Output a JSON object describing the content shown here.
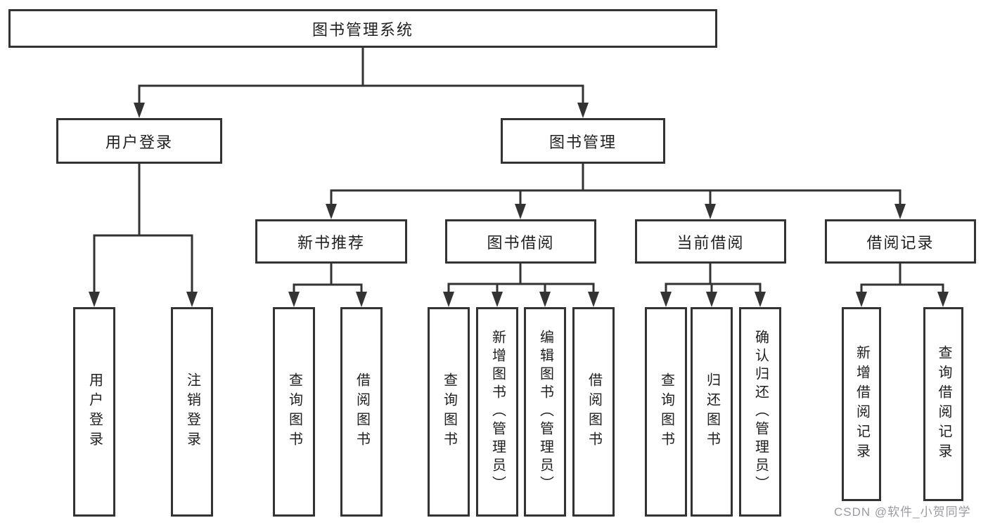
{
  "diagram": {
    "type": "hierarchy-tree",
    "title": "图书管理系统"
  },
  "tree": {
    "label": "图书管理系统",
    "children": [
      {
        "label": "用户登录",
        "children": [
          {
            "label": "用户登录"
          },
          {
            "label": "注销登录"
          }
        ]
      },
      {
        "label": "图书管理",
        "children": [
          {
            "label": "新书推荐",
            "children": [
              {
                "label": "查询图书"
              },
              {
                "label": "借阅图书"
              }
            ]
          },
          {
            "label": "图书借阅",
            "children": [
              {
                "label": "查询图书"
              },
              {
                "label": "新增图书（管理员）"
              },
              {
                "label": "编辑图书（管理员）"
              },
              {
                "label": "借阅图书"
              }
            ]
          },
          {
            "label": "当前借阅",
            "children": [
              {
                "label": "查询图书"
              },
              {
                "label": "归还图书"
              },
              {
                "label": "确认归还（管理员）"
              }
            ]
          },
          {
            "label": "借阅记录",
            "children": [
              {
                "label": "新增借阅记录"
              },
              {
                "label": "查询借阅记录"
              }
            ]
          }
        ]
      }
    ]
  },
  "watermark": {
    "text": "CSDN @软件_小贺同学"
  },
  "colors": {
    "line": "#333333",
    "text": "#1f1f1f",
    "background": "#ffffff",
    "watermark": "#9a9aa0"
  }
}
